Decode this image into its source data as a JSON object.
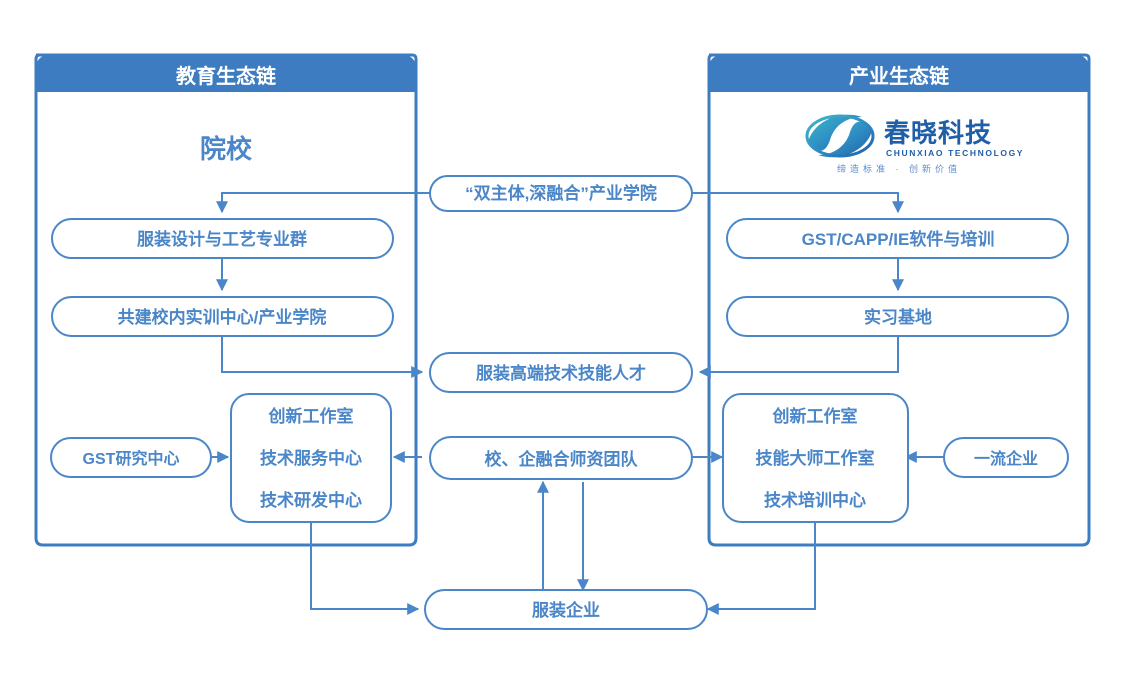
{
  "meta": {
    "accent_blue": "#4a86c8",
    "header_blue": "#3d7cc0",
    "logo_blue": "#1f5fa8",
    "background": "#ffffff"
  },
  "panels": {
    "left": {
      "header": "教育生态链",
      "title": "院校"
    },
    "right": {
      "header": "产业生态链",
      "logo": {
        "name_cn": "春晓科技",
        "name_en": "CHUNXIAO TECHNOLOGY",
        "tagline": "缔造标准 · 创新价值",
        "mark": "swirl-eye-logo-icon"
      }
    }
  },
  "nodes": {
    "industry_college": "“双主体,深融合”产业学院",
    "left_major": "服装设计与工艺专业群",
    "left_training_center": "共建校内实训中心/产业学院",
    "right_software": "GST/CAPP/IE软件与培训",
    "right_internship": "实习基地",
    "talent": "服装高端技术技能人才",
    "gst_research": "GST研究中心",
    "left_centers": [
      "创新工作室",
      "技术服务中心",
      "技术研发中心"
    ],
    "teacher_team": "校、企融合师资团队",
    "right_centers": [
      "创新工作室",
      "技能大师工作室",
      "技术培训中心"
    ],
    "top_enterprise": "一流企业",
    "apparel_enterprise": "服装企业"
  }
}
